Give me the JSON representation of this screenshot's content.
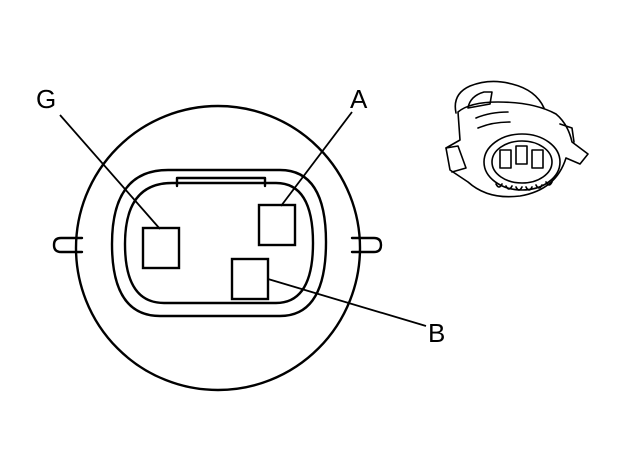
{
  "labels": {
    "g": "G",
    "a": "A",
    "b": "B"
  },
  "colors": {
    "line": "#000000",
    "background": "#ffffff"
  }
}
